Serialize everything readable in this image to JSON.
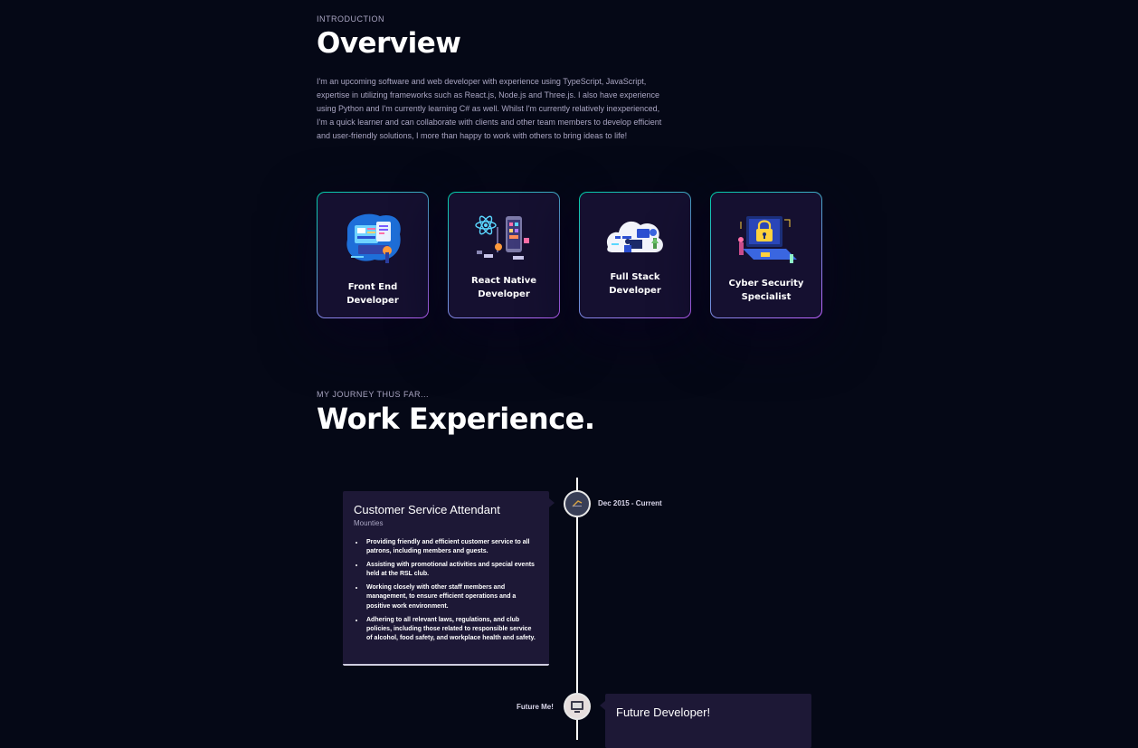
{
  "overview": {
    "subtitle": "Introduction",
    "title": "Overview",
    "text": "I'm an upcoming software and web developer with experience using TypeScript, JavaScript, expertise in utilizing frameworks such as React.js, Node.js and Three.js. I also have experience using Python and I'm currently learning C# as well. Whilst I'm currently relatively inexperienced, I'm a quick learner and can collaborate with clients and other team members to develop efficient and user-friendly solutions, I more than happy to work with others to bring ideas to life!"
  },
  "services": [
    {
      "title_line1": "Front End",
      "title_line2": "Developer",
      "icon": "frontend-illustration-icon"
    },
    {
      "title_line1": "React Native",
      "title_line2": "Developer",
      "icon": "react-native-illustration-icon"
    },
    {
      "title_line1": "Full Stack",
      "title_line2": "Developer",
      "icon": "fullstack-illustration-icon"
    },
    {
      "title_line1": "Cyber Security",
      "title_line2": "Specialist",
      "icon": "cyber-security-illustration-icon"
    }
  ],
  "experience": {
    "subtitle": "My journey thus far...",
    "title": "Work Experience.",
    "items": [
      {
        "title": "Customer Service Attendant",
        "company": "Mounties",
        "date": "Dec 2015 - Current",
        "points": [
          "Providing friendly and efficient customer service to all patrons, including members and guests.",
          "Assisting with promotional activities and special events held at the RSL club.",
          "Working closely with other staff members and management, to ensure efficient operations and a positive work environment.",
          "Adhering to all relevant laws, regulations, and club policies, including those related to responsible service of alcohol, food safety, and workplace health and safety."
        ]
      },
      {
        "title": "Future Developer!",
        "date": "Future Me!"
      }
    ]
  },
  "colors": {
    "background": "#050816",
    "card": "#151030",
    "experience_card": "#1d1836",
    "secondary_text": "#aaa6c3",
    "gradient_start": "#00cea8",
    "gradient_end": "#bf61ff"
  }
}
